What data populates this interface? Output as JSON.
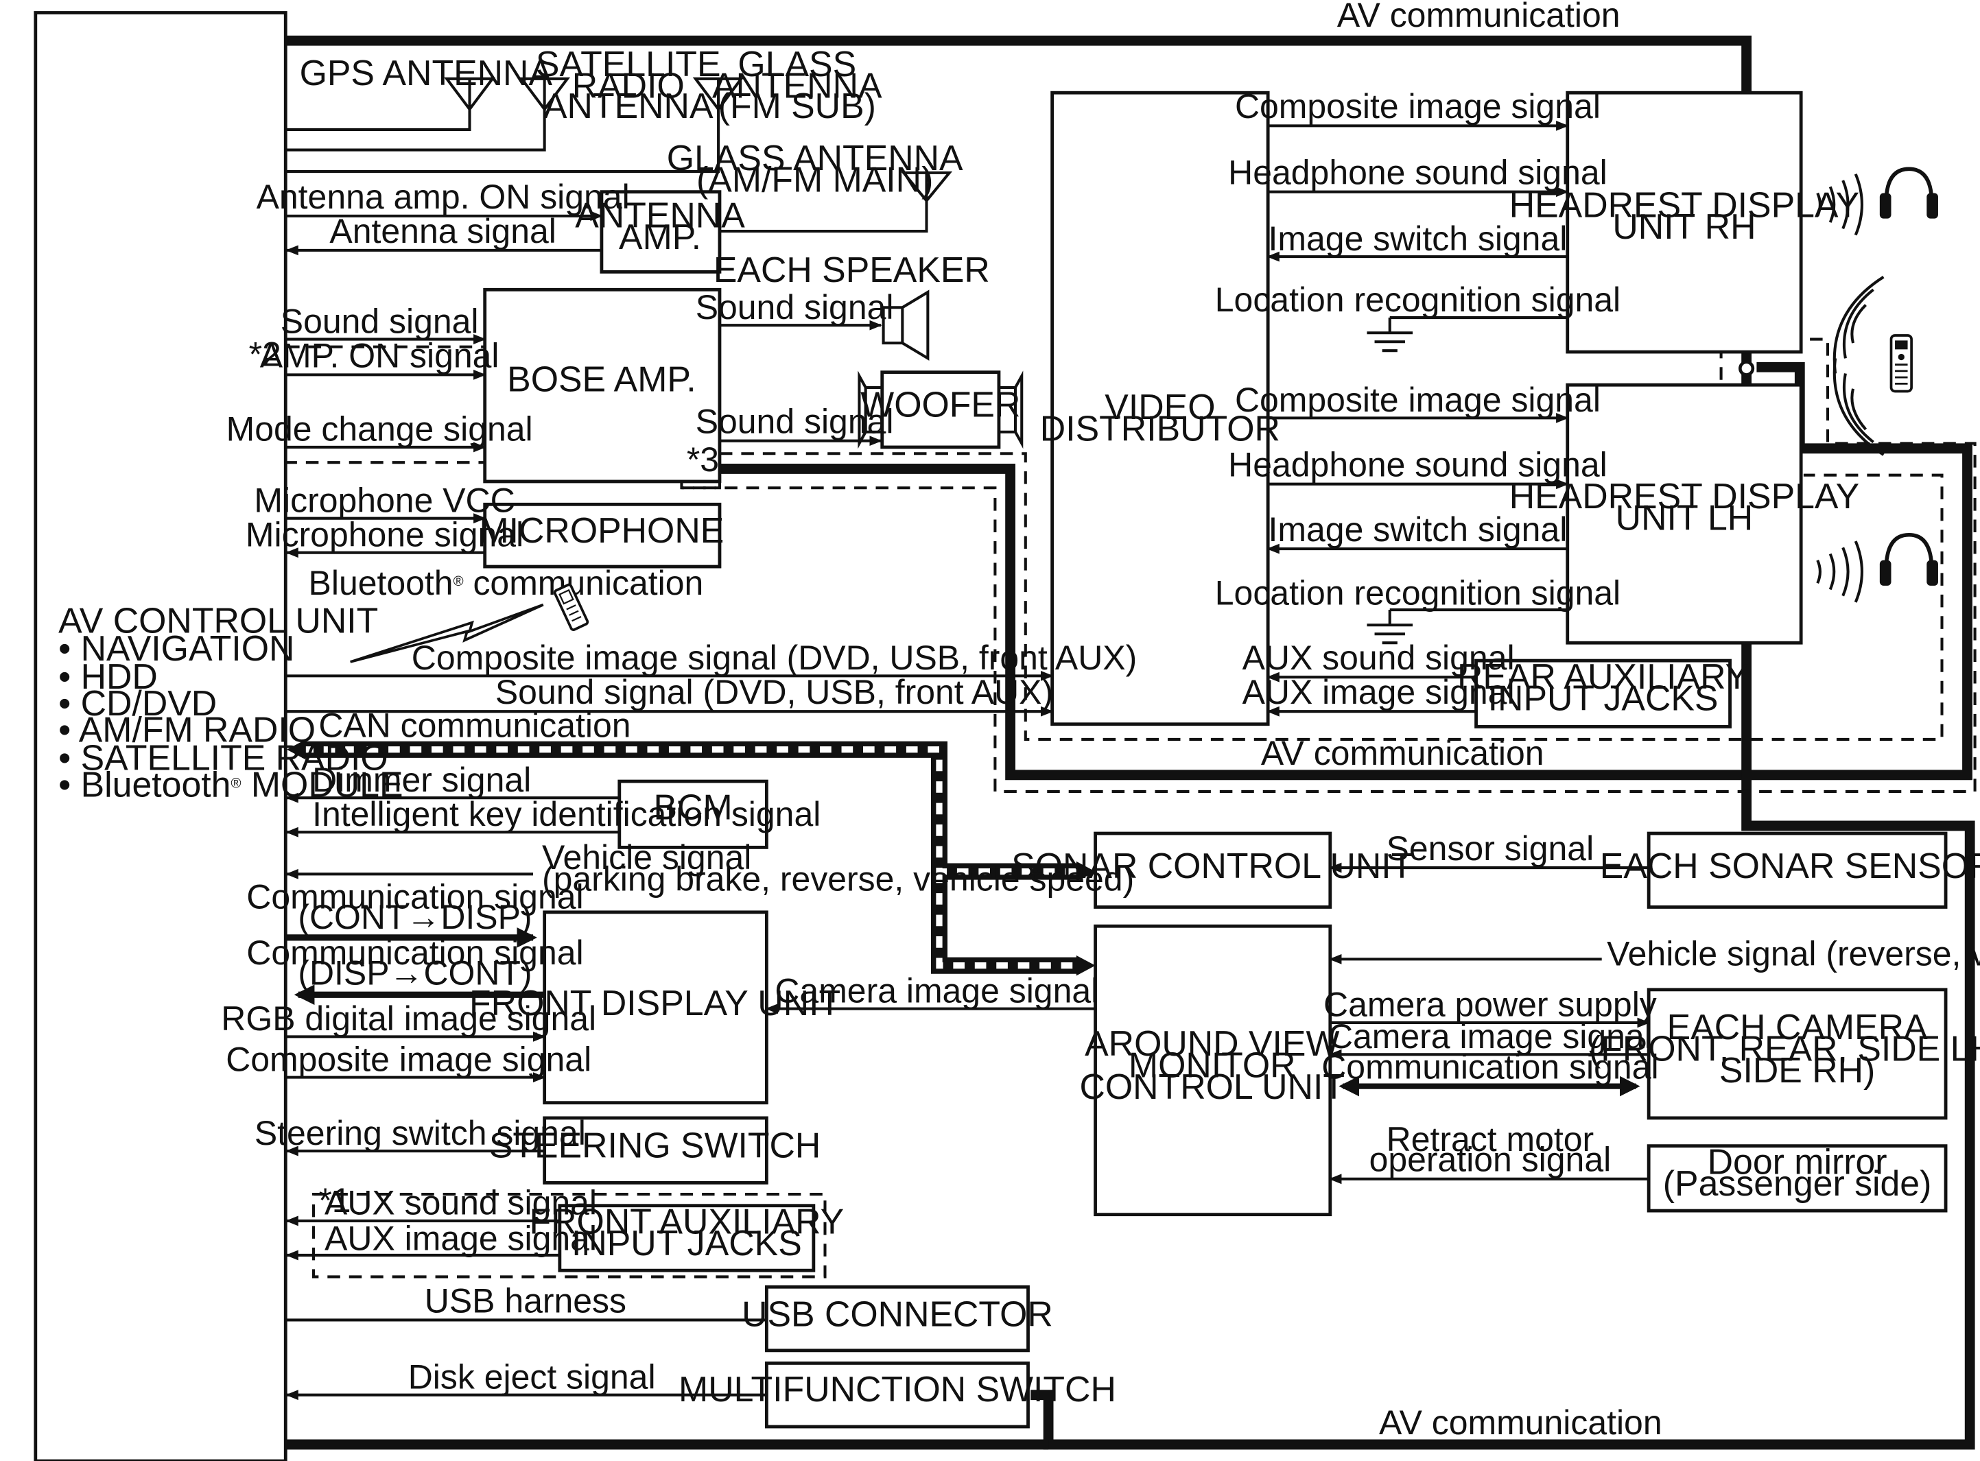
{
  "blocks": {
    "av_control_unit": {
      "title": "AV CONTROL UNIT",
      "features": [
        "• NAVIGATION",
        "• HDD",
        "• CD/DVD",
        "• AM/FM RADIO",
        "• SATELLITE RADIO",
        "• Bluetooth"
      ],
      "last_suffix": " MODULE",
      "registered": "®"
    },
    "antenna_amp": [
      "ANTENNA",
      "AMP."
    ],
    "bose_amp": "BOSE AMP.",
    "microphone": "MICROPHONE",
    "video_distributor": [
      "VIDEO",
      "DISTRIBUTOR"
    ],
    "headrest_rh": [
      "HEADREST DISPLAY",
      "UNIT RH"
    ],
    "headrest_lh": [
      "HEADREST DISPLAY",
      "UNIT LH"
    ],
    "woofer": "WOOFER",
    "rear_aux": [
      "REAR AUXILIARY",
      "INPUT JACKS"
    ],
    "bcm": "BCM",
    "sonar_control": "SONAR CONTROL UNIT",
    "each_sonar": "EACH SONAR SENSOR",
    "front_display": "FRONT DISPLAY UNIT",
    "around_view": [
      "AROUND VIEW",
      "MONITOR",
      "CONTROL UNIT"
    ],
    "each_camera": [
      "EACH CAMERA",
      "(FRONT, REAR, SIDE LH,",
      "SIDE RH)"
    ],
    "steering_switch": "STEERING SWITCH",
    "door_mirror": [
      "Door mirror",
      "(Passenger side)"
    ],
    "front_aux": [
      "FRONT AUXILIARY",
      "INPUT JACKS"
    ],
    "usb_connector": "USB CONNECTOR",
    "multifunction": "MULTIFUNCTION SWITCH"
  },
  "antennas": {
    "gps": "GPS ANTENNA",
    "satellite": [
      "SATELLITE",
      "RADIO",
      "ANTENNA"
    ],
    "glass_fm_sub": [
      "GLASS",
      "ANTENNA",
      "(FM SUB)"
    ],
    "glass_main": [
      "GLASS ANTENNA",
      "(AM/FM MAIN)"
    ],
    "each_speaker": "EACH SPEAKER"
  },
  "notes": {
    "n1": "*1",
    "n2": "*2",
    "n3": "*3"
  },
  "signals": {
    "av_comm": "AV communication",
    "antenna_amp_on": "Antenna amp. ON signal",
    "antenna_signal": "Antenna signal",
    "sound_signal": "Sound signal",
    "amp_on": "AMP. ON signal",
    "mode_change": "Mode change signal",
    "mic_vcc": "Microphone VCC",
    "mic_signal": "Microphone signal",
    "bt_prefix": "Bluetooth",
    "bt_suffix": " communication",
    "composite_dvd": "Composite image signal (DVD, USB, front AUX)",
    "sound_dvd": "Sound signal (DVD, USB, front AUX)",
    "can_comm": "CAN communication",
    "dimmer": "Dimmer signal",
    "intelligent_key": "Intelligent key identification signal",
    "vehicle_signal": [
      "Vehicle signal",
      "(parking brake, reverse, vehicle speed)"
    ],
    "comm_cont_disp": [
      "Communication signal",
      "(CONT→DISP)"
    ],
    "comm_disp_cont": [
      "Communication signal",
      "(DISP→CONT)"
    ],
    "rgb_digital": "RGB digital image signal",
    "composite": "Composite image signal",
    "steering_signal": "Steering switch signal",
    "aux_sound": "AUX sound signal",
    "aux_image": "AUX image signal",
    "usb_harness": "USB harness",
    "disk_eject": "Disk eject signal",
    "composite_image": "Composite image signal",
    "headphone_sound": "Headphone sound signal",
    "image_switch": "Image switch signal",
    "location_recog": "Location recognition signal",
    "camera_image": "Camera image signal",
    "sensor_signal": "Sensor signal",
    "vehicle_rev_speed": "Vehicle signal (reverse, vehicle speed)",
    "camera_power": "Camera power supply",
    "comm_signal": "Communication signal",
    "retract_motor": [
      "Retract motor",
      "operation signal"
    ]
  }
}
